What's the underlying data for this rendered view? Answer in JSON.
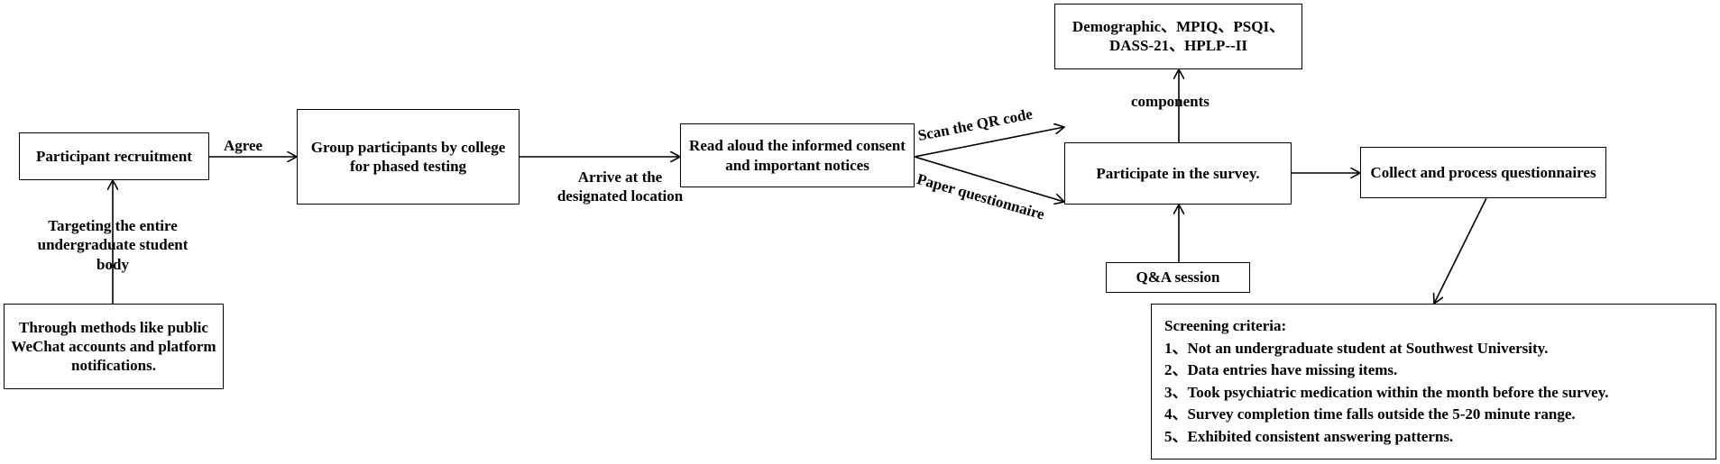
{
  "boxes": {
    "recruitment": "Participant recruitment",
    "methods": "Through methods like public WeChat accounts and platform notifications.",
    "group": "Group participants by college for phased testing",
    "consent": "Read aloud the informed consent and important notices",
    "components_box": "Demographic、MPIQ、PSQI、DASS-21、HPLP--II",
    "survey": "Participate in the survey.",
    "qa": "Q&A session",
    "collect": "Collect and process questionnaires"
  },
  "labels": {
    "targeting": "Targeting the entire undergraduate student body",
    "agree": "Agree",
    "arrive": "Arrive at the designated location",
    "scan": "Scan the QR code",
    "paper": "Paper questionnaire",
    "components": "components"
  },
  "criteria": {
    "title": "Screening criteria:",
    "items": [
      "1、Not an undergraduate student at Southwest University.",
      "2、Data entries have missing items.",
      "3、Took psychiatric medication within the month before the survey.",
      "4、Survey completion time falls outside the 5-20 minute range.",
      "5、Exhibited consistent answering patterns."
    ]
  }
}
